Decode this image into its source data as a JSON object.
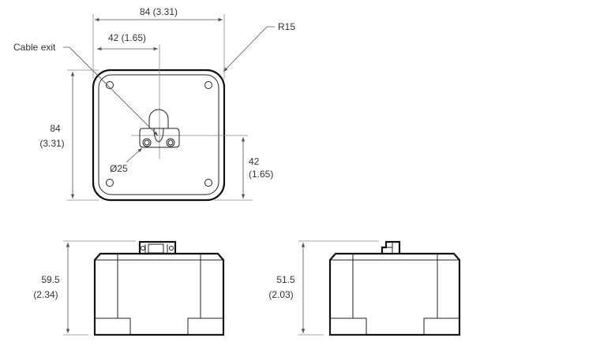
{
  "top_view": {
    "width_overall": "84 (3.31)",
    "width_half": "42 (1.65)",
    "radius": "R15",
    "cable_exit": "Cable exit",
    "height_value": "84",
    "height_inch": "(3.31)",
    "offset_value": "42",
    "offset_inch": "(1.65)",
    "diameter": "Ø25"
  },
  "front_view": {
    "height_value": "59.5",
    "height_inch": "(2.34)"
  },
  "side_view": {
    "height_value": "51.5",
    "height_inch": "(2.03)"
  }
}
